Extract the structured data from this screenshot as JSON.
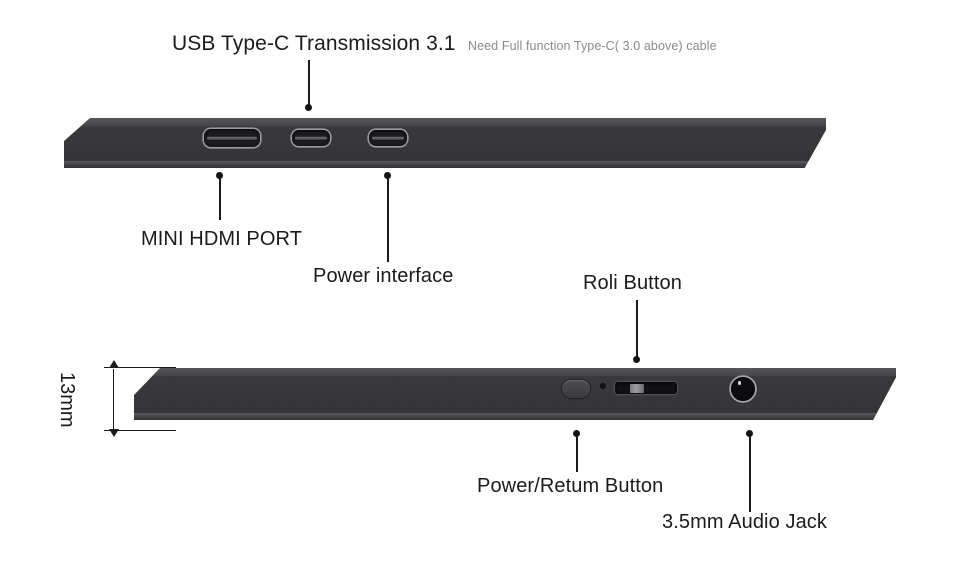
{
  "diagram": {
    "title_label": "USB Type-C Transmission 3.1",
    "title_note": "Need Full function Type-C( 3.0 above) cable",
    "callouts": {
      "mini_hdmi": "MINI HDMI PORT",
      "power_interface": "Power interface",
      "roli_button": "Roli Button",
      "power_return_button": "Power/Retum Button",
      "audio_jack": "3.5mm Audio Jack"
    },
    "dimension": {
      "thickness": "13mm"
    },
    "icons": {
      "mini_hdmi_port": "mini-hdmi-port-icon",
      "usb_c_port": "usb-c-port-icon",
      "power_button": "power-button-icon",
      "led_indicator": "led-indicator-icon",
      "roller_wheel": "roller-wheel-icon",
      "audio_jack": "audio-jack-icon"
    },
    "colors": {
      "device_body": "#3a3a3c",
      "device_top": "#56565a",
      "port_rim": "#9a9aa0",
      "text": "#1b1b1b",
      "note_text": "#8a8a8a",
      "background": "#ffffff"
    }
  }
}
